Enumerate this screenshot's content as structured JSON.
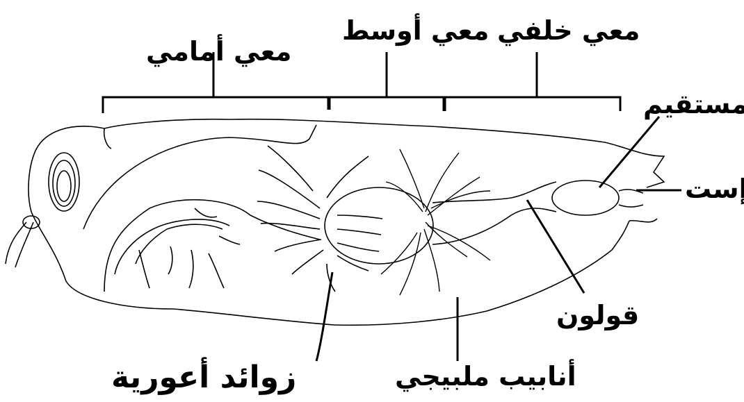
{
  "labels": {
    "foregut": "معي أمامي",
    "midgut": "معي أوسط",
    "hindgut": "معي خلفي",
    "rectum": "مستقيم",
    "anus": "إست",
    "colon": "قولون",
    "malpighian_tubules": "أنابيب ملبيجي",
    "gastric_caeca": "زوائد أعورية"
  },
  "colors": {
    "ink": "#000000",
    "background": "#ffffff"
  }
}
